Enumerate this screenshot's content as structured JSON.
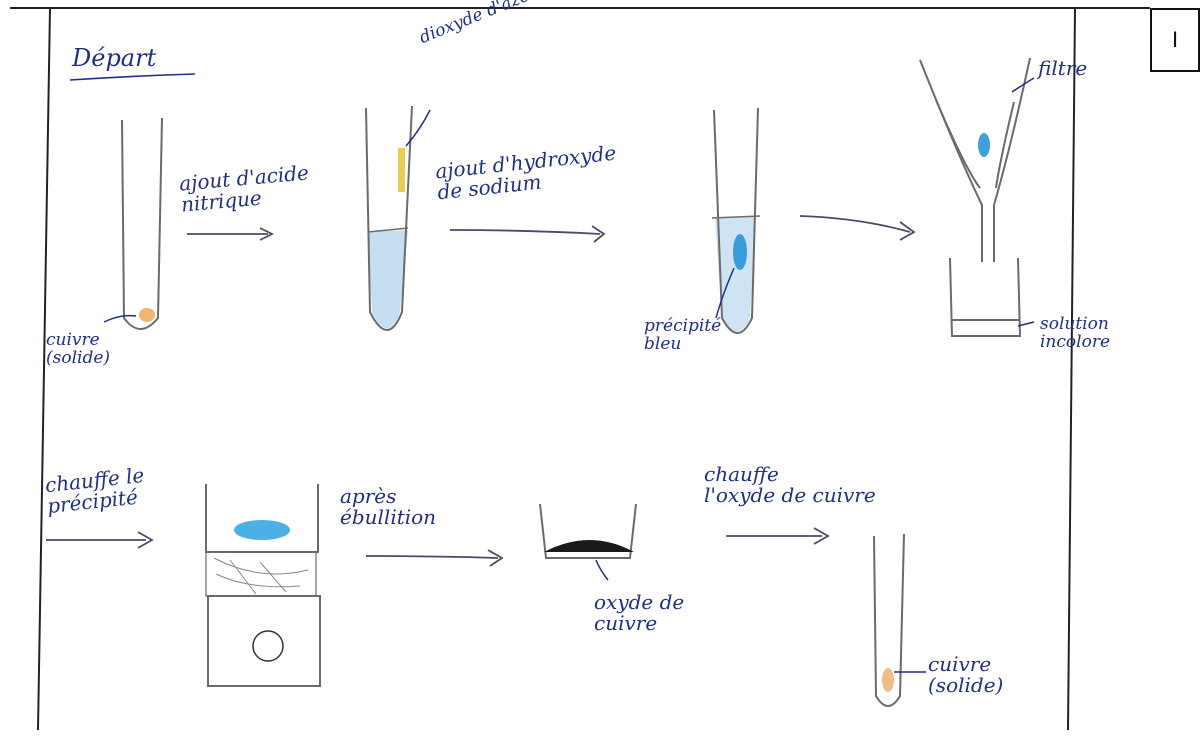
{
  "page_number": "I",
  "title": "Départ",
  "labels": {
    "copper_solid": "cuivre\n(solide)",
    "nitric_acid": "ajout d'acide\nnitrique",
    "nitrogen_dioxide": "dioxyde d'azote",
    "sodium_hydroxide": "ajout d'hydroxyde\nde sodium",
    "blue_precipitate": "précipité\nbleu",
    "filter": "filtre",
    "colorless_solution": "solution\nincolore",
    "heat_precipitate": "chauffe le\nprécipité",
    "after_boiling": "après\nébullition",
    "heat_copper_oxide": "chauffe\nl'oxyde de cuivre",
    "copper_oxide": "oxyde de\ncuivre",
    "copper_solid_final": "cuivre\n(solide)"
  },
  "colors": {
    "ink": "#1f2f8a",
    "pencil": "#6b6b6b",
    "blue_solution": "#9fc6e6",
    "precipitate": "#1f8fd6",
    "copper": "#e6913a",
    "gas": "#e3c43a",
    "oxide": "#1a1a1a"
  }
}
